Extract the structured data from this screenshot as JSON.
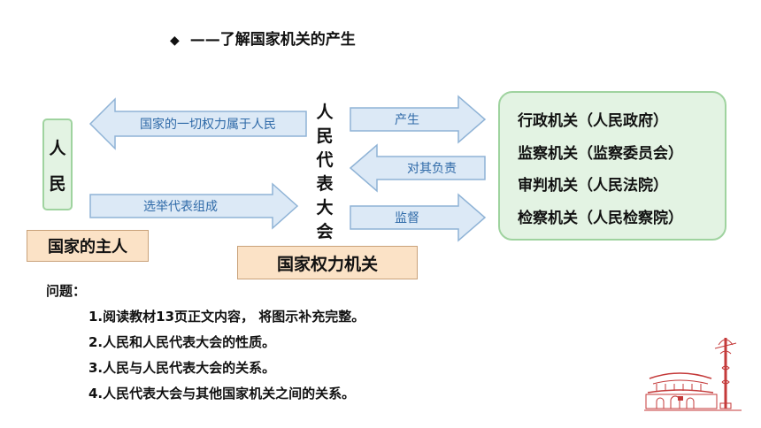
{
  "header": {
    "diamond": "◆",
    "title": "——了解国家机关的产生"
  },
  "people": {
    "chars": [
      "人",
      "民"
    ]
  },
  "npc": {
    "chars": [
      "人",
      "民",
      "代",
      "表",
      "大",
      "会"
    ]
  },
  "arrows": {
    "power_belongs": "国家的一切权力属于人民",
    "elect": "选举代表组成",
    "produce": "产生",
    "responsible": "对其负责",
    "supervise": "监督"
  },
  "organs": [
    "行政机关（人民政府）",
    "监察机关（监察委员会）",
    "审判机关（人民法院）",
    "检察机关（人民检察院）"
  ],
  "tags": {
    "master": "国家的主人",
    "organ": "国家权力机关"
  },
  "questions": {
    "heading": "问题：",
    "items": [
      "1.阅读教材13页正文内容， 将图示补充完整。",
      "2.人民和人民代表大会的性质。",
      "3.人民与人民代表大会的关系。",
      "4.人民代表大会与其他国家机关之间的关系。"
    ]
  },
  "colors": {
    "arrow_fill": "#dce9f6",
    "arrow_stroke": "#8fb3d6",
    "arrow_text": "#2f6aa8",
    "green_box": "#e3f3e3",
    "tag_fill": "#fbe2c6",
    "deco_red": "#c43a3a"
  }
}
